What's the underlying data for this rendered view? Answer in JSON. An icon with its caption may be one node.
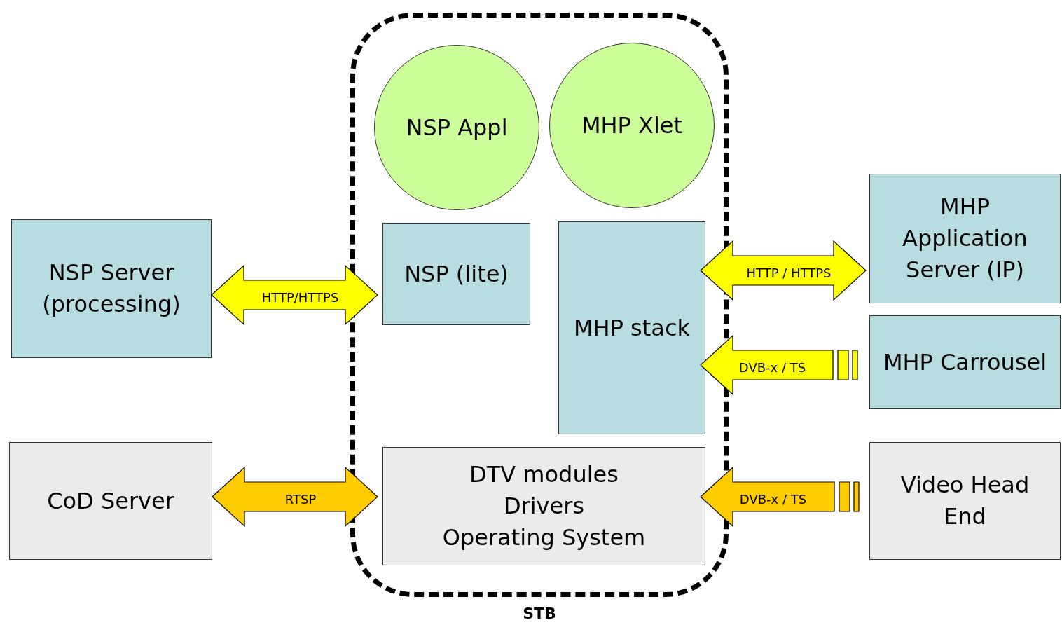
{
  "diagram": {
    "nodes": [
      {
        "text": [
          "STB"
        ]
      },
      {
        "text": [
          "NSP Appl"
        ],
        "in": 0
      },
      {
        "text": [
          "MHP Xlet"
        ],
        "in": 0
      },
      {
        "text": [
          "NSP (lite)"
        ],
        "in": 0
      },
      {
        "text": [
          "MHP stack"
        ],
        "in": 0
      },
      {
        "text": [
          "DTV modules",
          "Drivers",
          "Operating System"
        ],
        "in": 0
      },
      {
        "text": [
          "NSP Server (processing)"
        ]
      },
      {
        "text": [
          "MHP Application Server (IP)"
        ]
      },
      {
        "text": [
          "MHP Carrousel"
        ]
      },
      {
        "text": [
          "CoD Server"
        ]
      },
      {
        "text": [
          "Video Head End"
        ]
      }
    ],
    "edges": [
      {
        "from": 6,
        "to": 3,
        "arrow": "both",
        "label": "HTTP/HTTPS"
      },
      {
        "from": 7,
        "to": 4,
        "arrow": "both",
        "label": "HTTP / HTTPS"
      },
      {
        "from": 8,
        "to": 4,
        "arrow": "to",
        "label": "DVB-x / TS"
      },
      {
        "from": 10,
        "to": 5,
        "arrow": "to",
        "label": "DVB-x / TS",
        "color": "#ffcc00"
      },
      {
        "from": 9,
        "to": 5,
        "arrow": "both",
        "label": "RTSP",
        "color": "#ffcc00"
      }
    ]
  }
}
